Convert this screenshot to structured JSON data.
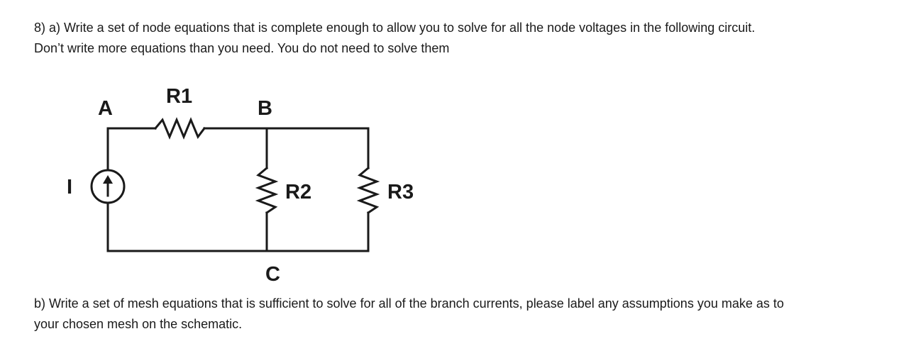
{
  "question_a": {
    "line1": "8) a) Write a set of node equations that is complete enough to allow you to solve for all the node voltages in the following circuit.",
    "line2": "Don’t write more equations than you need. You do not need to solve them"
  },
  "circuit": {
    "node_a": "A",
    "node_b": "B",
    "node_c": "C",
    "r1": "R1",
    "r2": "R2",
    "r3": "R3",
    "source": "I",
    "wire_color": "#1a1a1a"
  },
  "question_b": {
    "line1": "b) Write a set of mesh equations that is sufficient to solve for all of the branch currents, please label any assumptions you make as to",
    "line2": "your chosen mesh on the schematic."
  }
}
